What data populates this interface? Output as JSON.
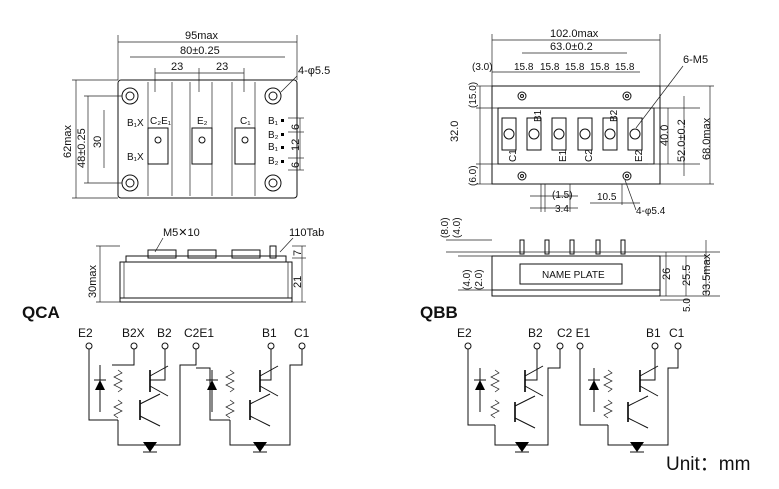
{
  "qca": {
    "top": {
      "width_max": "95max",
      "hole_pitch": "80±0.25",
      "pitch_a": "23",
      "pitch_b": "23",
      "holes": "4-φ5.5",
      "height_max": "62max",
      "height_tol": "48±0.25",
      "inner": "30",
      "dim_6a": "6",
      "dim_12": "12",
      "dim_6b": "6",
      "term_b1x": "B₁X",
      "term_b1x2": "B₁X",
      "term_c2e1": "C₂E₁",
      "term_e2": "E₂",
      "term_c1": "C₁",
      "term_b1": "B₁",
      "term_b2": "B₂",
      "term_b3": "B₁",
      "term_b4": "B₂"
    },
    "side": {
      "screw": "M5✕10",
      "tab": "110Tab",
      "dim_7": "7",
      "height_max": "30max",
      "dim_21": "21"
    },
    "name": "QCA",
    "circuit": {
      "e2": "E2",
      "b2x": "B2X",
      "b2": "B2",
      "c2e1": "C2E1",
      "b1": "B1",
      "c1": "C1"
    }
  },
  "qbb": {
    "top": {
      "width_max": "102.0max",
      "pitch": "63.0±0.2",
      "p1": "15.8",
      "p2": "15.8",
      "p3": "15.8",
      "p4": "15.8",
      "p5": "15.8",
      "left_off": "(3.0)",
      "screws": "6-M5",
      "d15": "(15.0)",
      "d32": "32.0",
      "d6": "(6.0)",
      "d40": "40.0",
      "d52": "52.0±0.2",
      "d68": "68.0max",
      "d15b": "(1.5)",
      "d34": "3.4",
      "d105": "10.5",
      "holes": "4-φ5.4",
      "t_c1": "C1",
      "t_b1": "B1",
      "t_e1": "E1",
      "t_c2": "C2",
      "t_b2": "B2",
      "t_e2": "E2"
    },
    "side": {
      "d8": "(8.0)",
      "d4": "(4.0)",
      "d4b": "(4.0)",
      "d2": "(2.0)",
      "name_plate": "NAME PLATE",
      "d26": "26",
      "d255": "25.5",
      "d335": "33.5max",
      "d5": "5.0"
    },
    "name": "QBB",
    "circuit": {
      "e2": "E2",
      "b2": "B2",
      "c2e1": "C2 E1",
      "b1": "B1",
      "c1": "C1"
    }
  },
  "unit_label": "Unit：mm"
}
